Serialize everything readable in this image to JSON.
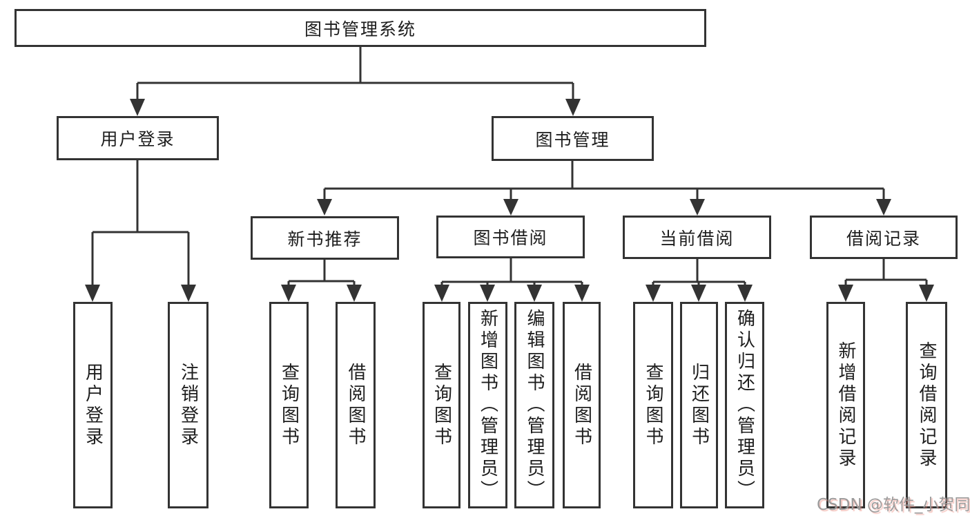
{
  "diagram": {
    "type": "hierarchy-tree",
    "root": {
      "label": "图书管理系统"
    },
    "level2": [
      {
        "label": "用户登录"
      },
      {
        "label": "图书管理"
      }
    ],
    "level3": [
      {
        "label": "新书推荐",
        "parent": "图书管理"
      },
      {
        "label": "图书借阅",
        "parent": "图书管理"
      },
      {
        "label": "当前借阅",
        "parent": "图书管理"
      },
      {
        "label": "借阅记录",
        "parent": "图书管理"
      }
    ],
    "leaves": [
      {
        "label": "用户登录",
        "parent": "用户登录"
      },
      {
        "label": "注销登录",
        "parent": "用户登录"
      },
      {
        "label": "查询图书",
        "parent": "新书推荐"
      },
      {
        "label": "借阅图书",
        "parent": "新书推荐"
      },
      {
        "label": "查询图书",
        "parent": "图书借阅"
      },
      {
        "label": "新增图书（管理员）",
        "parent": "图书借阅"
      },
      {
        "label": "编辑图书（管理员）",
        "parent": "图书借阅"
      },
      {
        "label": "借阅图书",
        "parent": "图书借阅"
      },
      {
        "label": "查询图书",
        "parent": "当前借阅"
      },
      {
        "label": "归还图书",
        "parent": "当前借阅"
      },
      {
        "label": "确认归还（管理员）",
        "parent": "当前借阅"
      },
      {
        "label": "新增借阅记录",
        "parent": "借阅记录"
      },
      {
        "label": "查询借阅记录",
        "parent": "借阅记录"
      }
    ],
    "watermark": "CSDN @软件_小贺同学"
  },
  "colors": {
    "line": "#333333",
    "text": "#1d1d1d",
    "box_background": "#ffffff",
    "watermark_gray": "#9b9b9b",
    "watermark_tint": "#eb8276"
  }
}
